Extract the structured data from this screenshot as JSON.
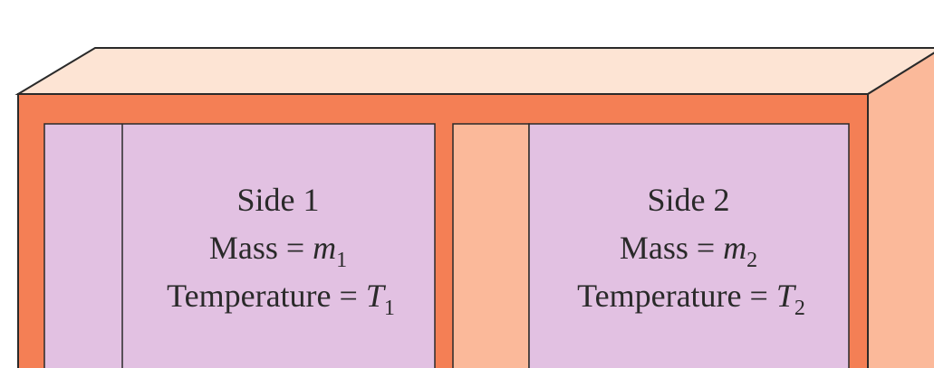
{
  "colors": {
    "outer_wall": "#f47f55",
    "top_face": "#fde4d4",
    "side_face": "#fbb99a",
    "chamber_fill": "#e2c1e2",
    "partition_fill": "#fbb99a",
    "outline": "#2a2a2a"
  },
  "side1": {
    "title": "Side 1",
    "mass_label": "Mass = ",
    "mass_symbol": "m",
    "mass_sub": "1",
    "temp_label": "Temperature = ",
    "temp_symbol": "T",
    "temp_sub": "1"
  },
  "side2": {
    "title": "Side 2",
    "mass_label": "Mass = ",
    "mass_symbol": "m",
    "mass_sub": "2",
    "temp_label": "Temperature = ",
    "temp_symbol": "T",
    "temp_sub": "2"
  }
}
